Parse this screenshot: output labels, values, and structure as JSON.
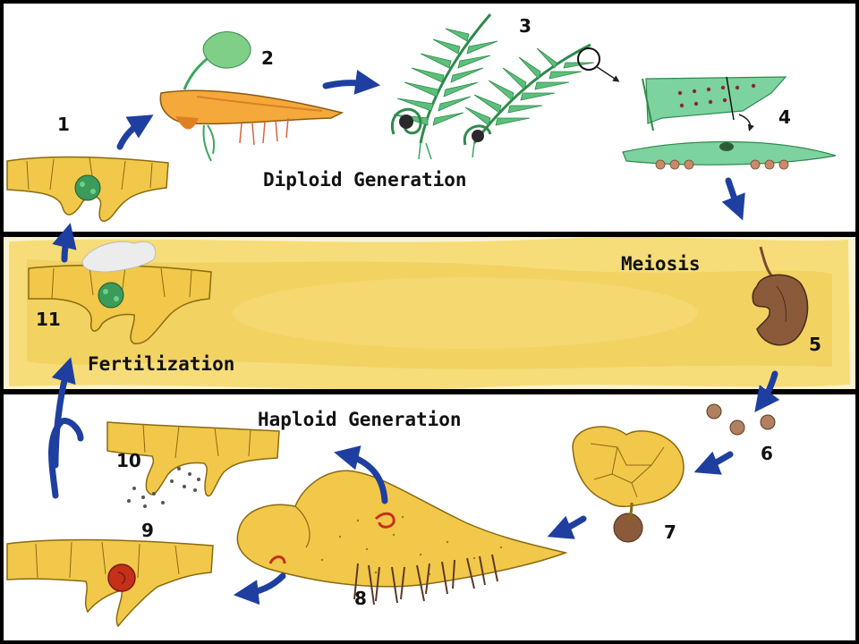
{
  "labels": {
    "diploid": "Diploid Generation",
    "meiosis": "Meiosis",
    "fertilization": "Fertilization",
    "haploid": "Haploid Generation"
  },
  "numbers": {
    "n1": "1",
    "n2": "2",
    "n3": "3",
    "n4": "4",
    "n5": "5",
    "n6": "6",
    "n7": "7",
    "n8": "8",
    "n9": "9",
    "n10": "10",
    "n11": "11"
  },
  "colors": {
    "band": "#f4d86a",
    "tissue": "#f2c84a",
    "tissue_outline": "#8a6a10",
    "arrow": "#1f3fa0",
    "fern": "#3aa860",
    "embryo": "#3c9a5a",
    "egg": "#c4301a",
    "sporangium": "#7a4a30",
    "border": "#000000"
  }
}
